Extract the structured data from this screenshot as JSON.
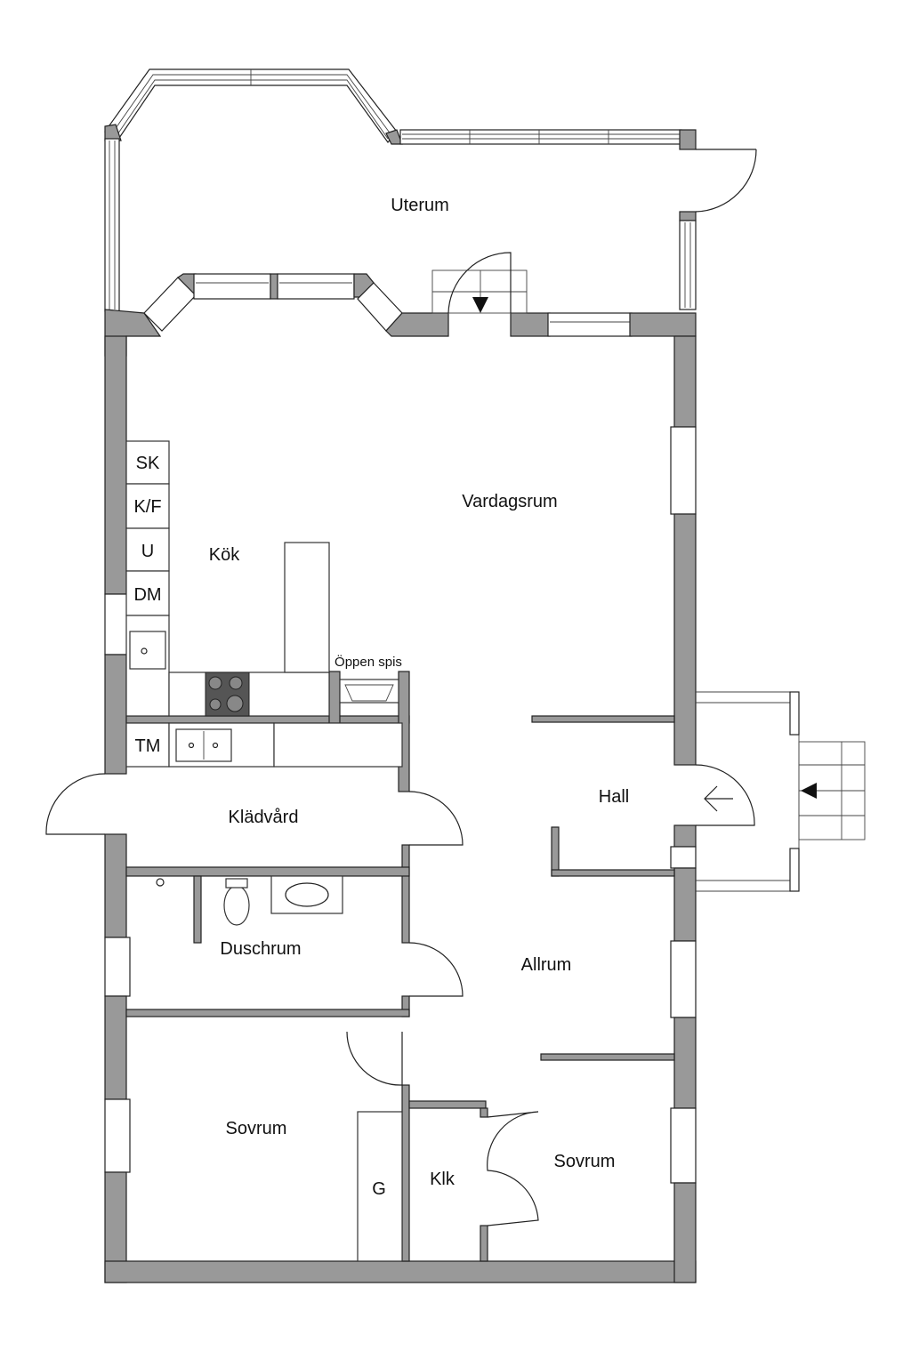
{
  "rooms": {
    "uterum": "Uterum",
    "vardagsrum": "Vardagsrum",
    "kok": "Kök",
    "oppen_spis": "Öppen spis",
    "hall": "Hall",
    "kladvard": "Klädvård",
    "duschrum": "Duschrum",
    "allrum": "Allrum",
    "sovrum_1": "Sovrum",
    "sovrum_2": "Sovrum",
    "klk": "Klk",
    "g": "G"
  },
  "kitchen_units": {
    "sk": "SK",
    "kf": "K/F",
    "u": "U",
    "dm": "DM",
    "tm": "TM"
  },
  "colors": {
    "wall": "#999999",
    "line": "#222222"
  }
}
